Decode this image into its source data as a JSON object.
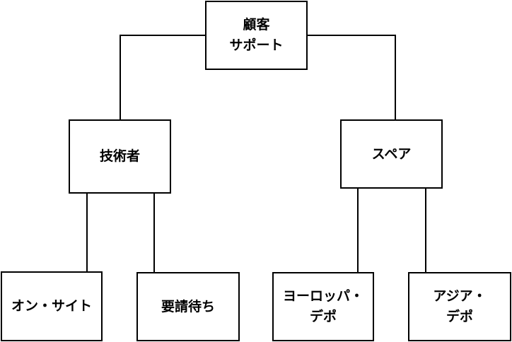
{
  "colors": {
    "line": "#000000",
    "node_border": "#000000",
    "node_fill": "#ffffff",
    "text": "#000000"
  },
  "nodes": {
    "root": {
      "lines": [
        "顧客",
        "サポート"
      ]
    },
    "tech": {
      "lines": [
        "技術者"
      ]
    },
    "spare": {
      "lines": [
        "スペア"
      ]
    },
    "onsite": {
      "lines": [
        "オン・サイト"
      ]
    },
    "pending": {
      "lines": [
        "要請待ち"
      ]
    },
    "europe": {
      "lines": [
        "ヨーロッパ・",
        "デポ"
      ]
    },
    "asia": {
      "lines": [
        "アジア・",
        "デポ"
      ]
    }
  }
}
